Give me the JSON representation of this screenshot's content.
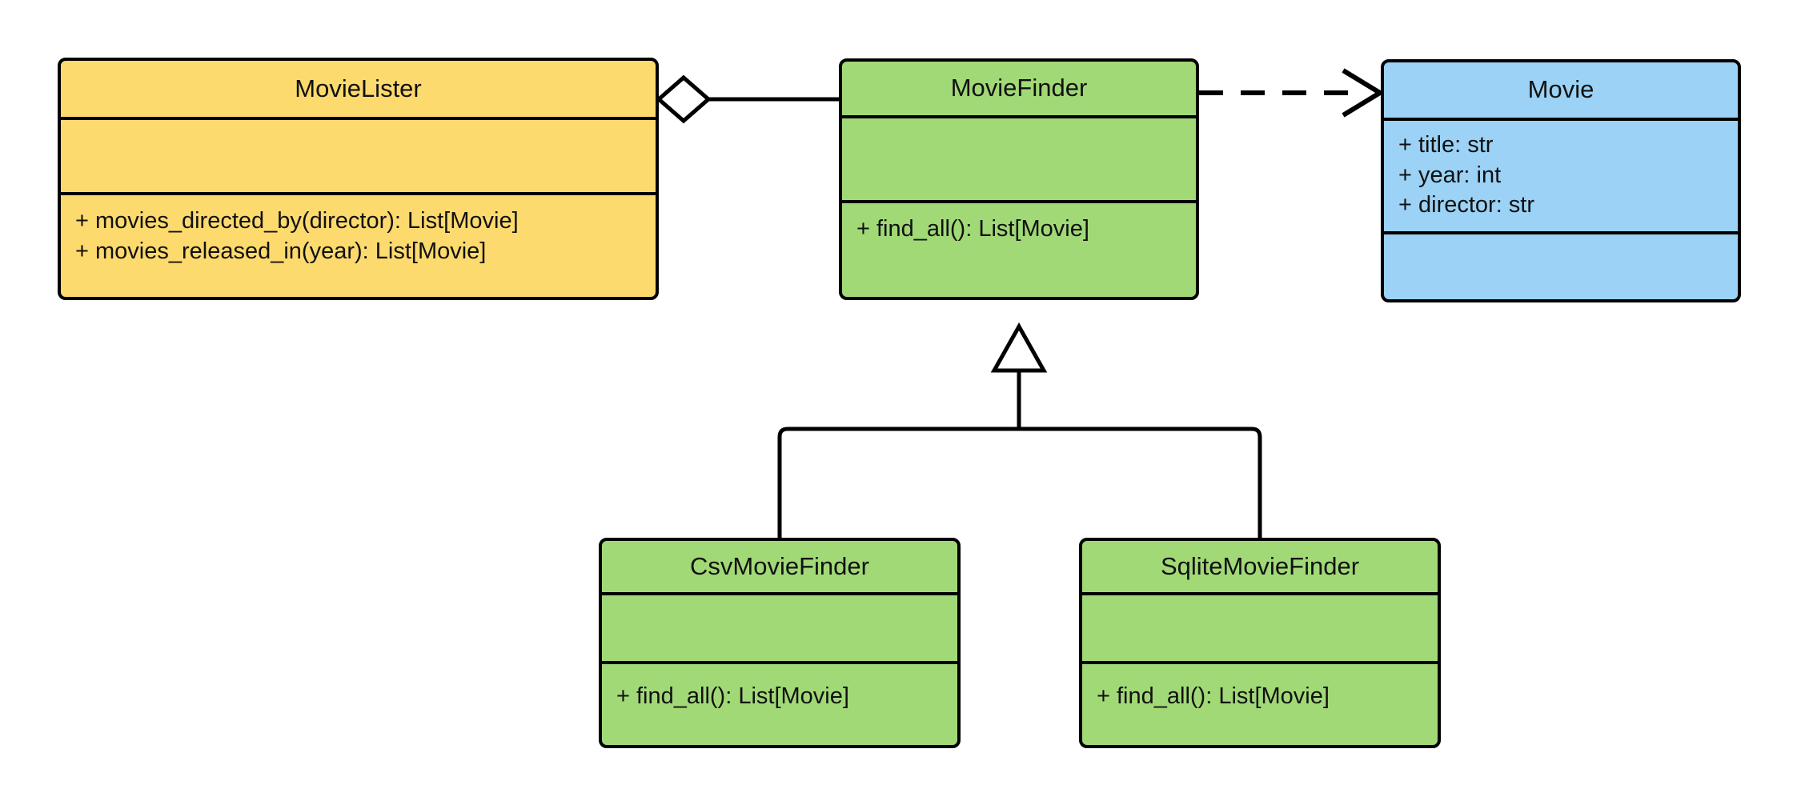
{
  "diagram": {
    "title": "MovieLister dependency injection UML class diagram",
    "type": "uml-class-diagram",
    "background_color": "#ffffff",
    "line_color": "#000000"
  },
  "palette": {
    "yellow": "#fdda6e",
    "green": "#a1d977",
    "blue": "#9bd2f5",
    "stroke": "#000000"
  },
  "classes": {
    "movie_lister": {
      "name": "MovieLister",
      "color": "#fdda6e",
      "attributes": [],
      "methods": [
        "+ movies_directed_by(director): List[Movie]",
        "+ movies_released_in(year): List[Movie]"
      ]
    },
    "movie_finder": {
      "name": "MovieFinder",
      "color": "#a1d977",
      "attributes": [],
      "methods": [
        "+ find_all(): List[Movie]"
      ]
    },
    "movie": {
      "name": "Movie",
      "color": "#9bd2f5",
      "attributes": [
        "+ title: str",
        "+ year: int",
        "+ director: str"
      ],
      "methods": []
    },
    "csv_movie_finder": {
      "name": "CsvMovieFinder",
      "color": "#a1d977",
      "attributes": [],
      "methods": [
        "+ find_all(): List[Movie]"
      ]
    },
    "sqlite_movie_finder": {
      "name": "SqliteMovieFinder",
      "color": "#a1d977",
      "attributes": [],
      "methods": [
        "+ find_all(): List[Movie]"
      ]
    }
  },
  "relationships": [
    {
      "id": "aggregation-lister-finder",
      "kind": "aggregation",
      "from": "MovieLister",
      "to": "MovieFinder",
      "marker": "hollow-diamond",
      "line_style": "solid"
    },
    {
      "id": "dependency-finder-movie",
      "kind": "dependency",
      "from": "MovieFinder",
      "to": "Movie",
      "marker": "open-arrow",
      "line_style": "dashed"
    },
    {
      "id": "generalization-csv-finder",
      "kind": "generalization",
      "from": "CsvMovieFinder",
      "to": "MovieFinder",
      "marker": "hollow-triangle",
      "line_style": "solid"
    },
    {
      "id": "generalization-sqlite-finder",
      "kind": "generalization",
      "from": "SqliteMovieFinder",
      "to": "MovieFinder",
      "marker": "hollow-triangle",
      "line_style": "solid"
    }
  ]
}
